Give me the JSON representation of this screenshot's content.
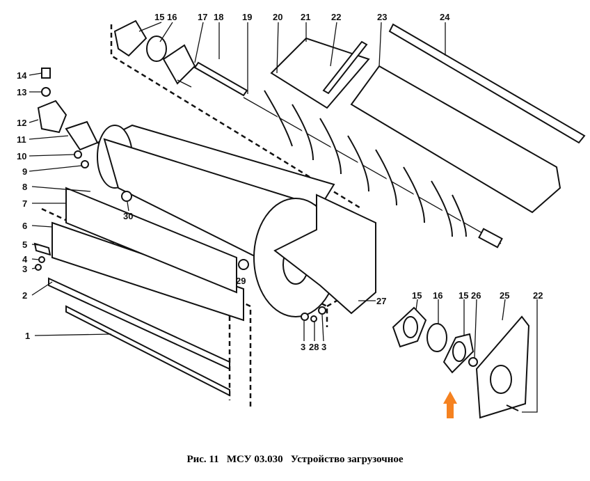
{
  "caption": "Рис. 11   МСУ 03.030   Устройство загрузочное",
  "labels": [
    "15",
    "16",
    "17",
    "18",
    "19",
    "20",
    "21",
    "22",
    "23",
    "24",
    "14",
    "13",
    "12",
    "11",
    "10",
    "9",
    "8",
    "7",
    "6",
    "5",
    "4",
    "3",
    "2",
    "1",
    "30",
    "29",
    "27",
    "3",
    "28",
    "3",
    "15",
    "16",
    "15",
    "26",
    "25",
    "22"
  ],
  "colors": {
    "arrow": "#f58220"
  }
}
